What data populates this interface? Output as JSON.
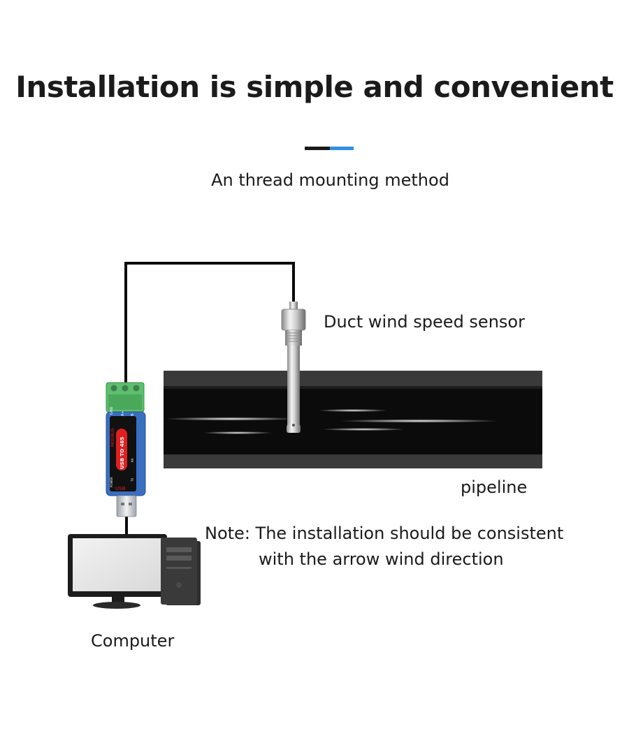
{
  "title": "Installation is simple and convenient",
  "subtitle": "An thread mounting method",
  "accent_colors": {
    "dark": "#1a1a1a",
    "blue": "#2f8fe6"
  },
  "labels": {
    "sensor": "Duct wind speed sensor",
    "pipeline": "pipeline",
    "computer": "Computer"
  },
  "note": {
    "line1": "Note: The installation should be consistent",
    "line2": "with the arrow wind direction"
  },
  "converter": {
    "brand": "MODBUS",
    "label": "USB TO 485",
    "port": "USB",
    "power": "POWER",
    "tx": "TX",
    "rx": "RX",
    "terminal_labels": [
      "GND",
      "A+",
      "B-"
    ]
  }
}
